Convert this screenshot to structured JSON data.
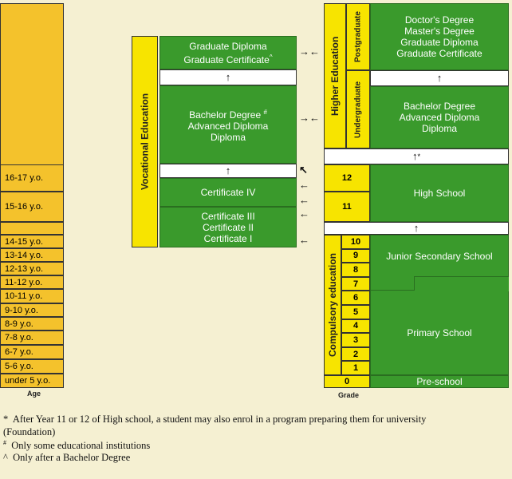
{
  "ages": [
    "16-17 y.o.",
    "15-16 y.o.",
    "",
    "14-15 y.o.",
    "13-14 y.o.",
    "12-13 y.o.",
    "11-12 y.o.",
    "10-11 y.o.",
    "9-10 y.o.",
    "8-9 y.o.",
    "7-8 y.o.",
    "6-7 y.o.",
    "5-6 y.o.",
    "under 5 y.o."
  ],
  "age_caption": "Age",
  "grade_caption": "Grade",
  "vocational": {
    "label": "Vocational Education",
    "grad_l1": "Graduate Diploma",
    "grad_l2": "Graduate Certificate",
    "grad_l2_mark": "^",
    "bach_l1": "Bachelor Degree",
    "bach_l1_mark": "#",
    "bach_l2": "Advanced Diploma",
    "bach_l3": "Diploma",
    "cert4": "Certificate IV",
    "cert_l1": "Certificate III",
    "cert_l2": "Certificate II",
    "cert_l3": "Certificate I"
  },
  "higher": {
    "label": "Higher Education",
    "postgrad_label": "Postgraduate",
    "undergrad_label": "Undergraduate",
    "post_l1": "Doctor's Degree",
    "post_l2": "Master's Degree",
    "post_l3": "Graduate Diploma",
    "post_l4": "Graduate Certificate",
    "under_l1": "Bachelor Degree",
    "under_l2": "Advanced Diploma",
    "under_l3": "Diploma",
    "star_mark": "*"
  },
  "school": {
    "high": "High School",
    "grade12": "12",
    "grade11": "11",
    "compulsory_label": "Compulsory education",
    "junior": "Junior Secondary School",
    "primary": "Primary School",
    "preschool": "Pre-school",
    "grades": [
      "10",
      "9",
      "8",
      "7",
      "6",
      "5",
      "4",
      "3",
      "2",
      "1"
    ],
    "grade0": "0"
  },
  "notes": {
    "star_mark": "*",
    "star_text": "After Year 11 or 12 of High school, a student may also enrol in a program preparing them for university",
    "star_text2": "(Foundation)",
    "hash_mark": "#",
    "hash_text": "Only some educational institutions",
    "caret_mark": "^",
    "caret_text": "Only after a Bachelor Degree"
  },
  "colors": {
    "green": "#3a9a2c",
    "yellow": "#f7e400",
    "age": "#f4c22c",
    "bg": "#f5f0d2"
  }
}
